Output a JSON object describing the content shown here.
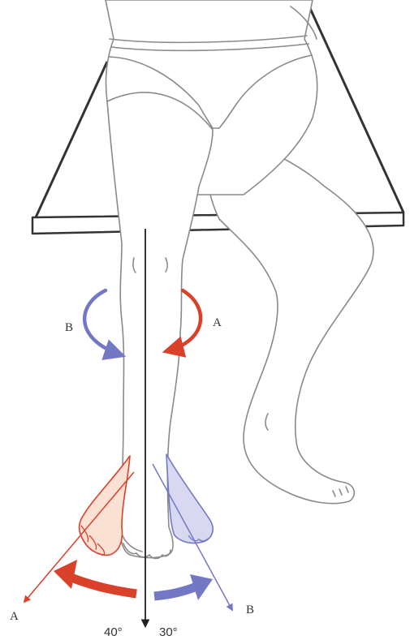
{
  "labels": {
    "rotation_a_top": "A",
    "rotation_b_top": "B",
    "axis_a_end": "A",
    "axis_b_end": "B",
    "angle_a": "40°",
    "angle_b": "30°"
  },
  "colors": {
    "outline": "#8a8a8a",
    "table": "#333333",
    "axis": "#222222",
    "rotation_a": "#d9412b",
    "rotation_b": "#7378c4",
    "foot_a_fill": "#fbe0d4",
    "foot_b_fill": "#d8d9f0"
  }
}
